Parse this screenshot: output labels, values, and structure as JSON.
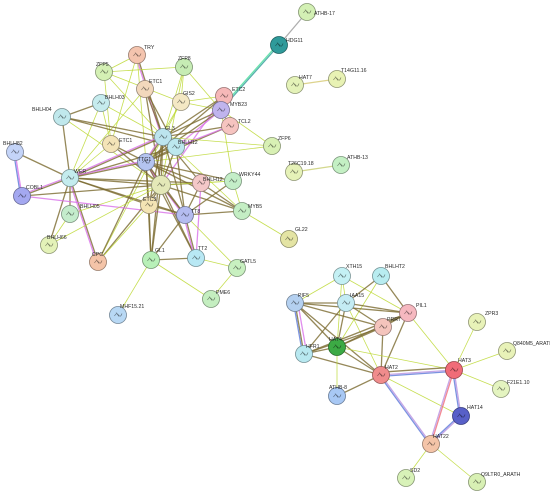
{
  "network": {
    "nodes": [
      {
        "id": "ATHB-17",
        "label": "ATHB-17",
        "color": "#d3f0b4"
      },
      {
        "id": "HDG11",
        "label": "HDG11",
        "color": "#2f9a9a"
      },
      {
        "id": "HAT7",
        "label": "HAT7",
        "color": "#e4f2b8"
      },
      {
        "id": "T14G11.16",
        "label": "T14G11.16",
        "color": "#e8f2b4"
      },
      {
        "id": "T26C19.18",
        "label": "T26C19.18",
        "color": "#e6f2b8"
      },
      {
        "id": "ATHB-13",
        "label": "ATHB-13",
        "color": "#c4f0c4"
      },
      {
        "id": "TRY",
        "label": "TRY",
        "color": "#f4c4ae"
      },
      {
        "id": "ZFP5",
        "label": "ZFP5",
        "color": "#d4f0b4"
      },
      {
        "id": "ZFP8",
        "label": "ZFP8",
        "color": "#c6ecb4"
      },
      {
        "id": "ETC1",
        "label": "ETC1",
        "color": "#f2d8bc"
      },
      {
        "id": "BHLH03",
        "label": "BHLH03",
        "color": "#c6ecee"
      },
      {
        "id": "GIS2",
        "label": "GIS2",
        "color": "#f4e8c4"
      },
      {
        "id": "ETC2",
        "label": "ETC2",
        "color": "#f6b8b8"
      },
      {
        "id": "MYB23",
        "label": "MYB23",
        "color": "#c0b4ee"
      },
      {
        "id": "BHLH04",
        "label": "BHLH04",
        "color": "#c0e8ec"
      },
      {
        "id": "TCL2",
        "label": "TCL2",
        "color": "#f6c4c0"
      },
      {
        "id": "ZFP6",
        "label": "ZFP6",
        "color": "#d8f0b4"
      },
      {
        "id": "GL3",
        "label": "GL3",
        "color": "#bce4ee"
      },
      {
        "id": "BHLH12",
        "label": "BHLH12",
        "color": "#bce8ee"
      },
      {
        "id": "ETC1b",
        "label": "ETC1",
        "color": "#f4e4b8"
      },
      {
        "id": "TTG1",
        "label": "TTG1",
        "color": "#b4c4f0"
      },
      {
        "id": "BHLH82",
        "label": "BHLH82",
        "color": "#c4d4f8"
      },
      {
        "id": "WER",
        "label": "WER",
        "color": "#c4ecee"
      },
      {
        "id": "COBL1",
        "label": "COBL1",
        "color": "#a4a8f0"
      },
      {
        "id": "BHLH05",
        "label": "BHLH05",
        "color": "#c4eccc"
      },
      {
        "id": "CENTER",
        "label": "",
        "color": "#e4e8b8"
      },
      {
        "id": "BHLH12b",
        "label": "BHLH12",
        "color": "#f4c8c8"
      },
      {
        "id": "WRKY44",
        "label": "WRKY44",
        "color": "#c4eec8"
      },
      {
        "id": "ETC3",
        "label": "ETC3",
        "color": "#f4e4b4"
      },
      {
        "id": "TT8",
        "label": "TT8",
        "color": "#b4bcf0"
      },
      {
        "id": "MYB5",
        "label": "MYB5",
        "color": "#c4eec4"
      },
      {
        "id": "GL22",
        "label": "GL22",
        "color": "#e4e4a4"
      },
      {
        "id": "BHLH66",
        "label": "BHLH66",
        "color": "#e4f2b8"
      },
      {
        "id": "CPC",
        "label": "CPC",
        "color": "#f4c4a8"
      },
      {
        "id": "GL1",
        "label": "GL1",
        "color": "#b8f0b8"
      },
      {
        "id": "TT2",
        "label": "TT2",
        "color": "#b8e8f4"
      },
      {
        "id": "GATL5",
        "label": "GATL5",
        "color": "#c8f0c0"
      },
      {
        "id": "PME6",
        "label": "PME6",
        "color": "#c4eec0"
      },
      {
        "id": "MHF15.21",
        "label": "MHF15.21",
        "color": "#b8d8f4"
      },
      {
        "id": "XTH15",
        "label": "XTH15",
        "color": "#c4f0f4"
      },
      {
        "id": "BHLHT2",
        "label": "BHLHT2",
        "color": "#b8ecf0"
      },
      {
        "id": "PIF5",
        "label": "PIF5",
        "color": "#b4d0f0"
      },
      {
        "id": "IAA15",
        "label": "IAA15",
        "color": "#c4ecf4"
      },
      {
        "id": "PIL1",
        "label": "PIL1",
        "color": "#f6b8c0"
      },
      {
        "id": "ZPR3",
        "label": "ZPR3",
        "color": "#e8f2b8"
      },
      {
        "id": "PRR7",
        "label": "PRR7",
        "color": "#f4c4bc"
      },
      {
        "id": "HFR1",
        "label": "HFR1",
        "color": "#b8e8f0"
      },
      {
        "id": "HAT4",
        "label": "HAT4",
        "color": "#3caa44"
      },
      {
        "id": "HAT2",
        "label": "HAT2",
        "color": "#f08c8c"
      },
      {
        "id": "HAT3",
        "label": "HAT3",
        "color": "#f06c78"
      },
      {
        "id": "Q840M5_ARATH",
        "label": "Q840M5_ARATH",
        "color": "#e8f2b8"
      },
      {
        "id": "F21E1.10",
        "label": "F21E1.10",
        "color": "#e4f4c0"
      },
      {
        "id": "ATHB-8",
        "label": "ATHB-8",
        "color": "#a8c8f4"
      },
      {
        "id": "HAT14",
        "label": "HAT14",
        "color": "#5860c8"
      },
      {
        "id": "HAT22",
        "label": "HAT22",
        "color": "#f4c4a8"
      },
      {
        "id": "SD2",
        "label": "SD2",
        "color": "#d8f2b8"
      },
      {
        "id": "Q9LTR0_ARATH",
        "label": "Q9LTR0_ARATH",
        "color": "#d8f0b4"
      }
    ],
    "edges": [
      [
        "ATHB-17",
        "HDG11",
        "#9a9a9a"
      ],
      [
        "HDG11",
        "MYB23",
        "#2f9a9a"
      ],
      [
        "HDG11",
        "MYB23",
        "#44dd99"
      ],
      [
        "T14G11.16",
        "HAT7",
        "#d4c870"
      ],
      [
        "T26C19.18",
        "ATHB-13",
        "#c8ce70"
      ],
      [
        "TRY",
        "GL3",
        "#7a6a30"
      ],
      [
        "TRY",
        "GL3",
        "#d870e8"
      ],
      [
        "TRY",
        "ETC1b",
        "#bcd832"
      ],
      [
        "TRY",
        "TTG1",
        "#bcd832"
      ],
      [
        "TRY",
        "ZFP5",
        "#bcd832"
      ],
      [
        "ZFP5",
        "ZFP8",
        "#bcd832"
      ],
      [
        "ZFP5",
        "GL3",
        "#bcd832"
      ],
      [
        "ZFP5",
        "GIS2",
        "#bcd832"
      ],
      [
        "ZFP5",
        "ETC1b",
        "#bcd832"
      ],
      [
        "ZFP8",
        "GIS2",
        "#bcd832"
      ],
      [
        "ZFP8",
        "GL3",
        "#bcd832"
      ],
      [
        "ZFP8",
        "MYB23",
        "#bcd832"
      ],
      [
        "ZFP8",
        "CENTER",
        "#bcd832"
      ],
      [
        "ETC1",
        "GL3",
        "#7a6a30"
      ],
      [
        "ETC1",
        "BHLH12",
        "#7a6a30"
      ],
      [
        "ETC1",
        "WER",
        "#bcd832"
      ],
      [
        "ETC1",
        "CENTER",
        "#7a6a30"
      ],
      [
        "BHLH03",
        "BHLH04",
        "#7a6a30"
      ],
      [
        "BHLH03",
        "GL3",
        "#bcd832"
      ],
      [
        "BHLH03",
        "WER",
        "#bcd832"
      ],
      [
        "BHLH03",
        "ETC1b",
        "#bcd832"
      ],
      [
        "GIS2",
        "GL3",
        "#bcd832"
      ],
      [
        "GIS2",
        "TTG1",
        "#bcd832"
      ],
      [
        "GIS2",
        "MYB23",
        "#bcd832"
      ],
      [
        "GIS2",
        "ETC2",
        "#bcd832"
      ],
      [
        "ETC2",
        "MYB23",
        "#7a6a30"
      ],
      [
        "ETC2",
        "GL3",
        "#7a6a30"
      ],
      [
        "ETC2",
        "TTG1",
        "#7a6a30"
      ],
      [
        "ETC2",
        "CENTER",
        "#d870e8"
      ],
      [
        "MYB23",
        "GL3",
        "#7a6a30"
      ],
      [
        "MYB23",
        "BHLH12",
        "#d870e8"
      ],
      [
        "MYB23",
        "TTG1",
        "#7a6a30"
      ],
      [
        "MYB23",
        "TCL2",
        "#bcd832"
      ],
      [
        "MYB23",
        "ZFP6",
        "#bcd832"
      ],
      [
        "MYB23",
        "WRKY44",
        "#bcd832"
      ],
      [
        "BHLH04",
        "GL3",
        "#7a6a30"
      ],
      [
        "BHLH04",
        "BHLH12",
        "#7a6a30"
      ],
      [
        "BHLH04",
        "WER",
        "#7a6a30"
      ],
      [
        "BHLH04",
        "CENTER",
        "#bcd832"
      ],
      [
        "TCL2",
        "GL3",
        "#7a6a30"
      ],
      [
        "TCL2",
        "TTG1",
        "#7a6a30"
      ],
      [
        "TCL2",
        "BHLH12",
        "#d870e8"
      ],
      [
        "ZFP6",
        "GL3",
        "#bcd832"
      ],
      [
        "ZFP6",
        "TTG1",
        "#bcd832"
      ],
      [
        "GL3",
        "BHLH12",
        "#7a6a30"
      ],
      [
        "GL3",
        "TTG1",
        "#7a6a30"
      ],
      [
        "GL3",
        "TTG1",
        "#d870e8"
      ],
      [
        "GL3",
        "WER",
        "#7a6a30"
      ],
      [
        "GL3",
        "WER",
        "#d870e8"
      ],
      [
        "GL3",
        "CENTER",
        "#7a6a30"
      ],
      [
        "GL3",
        "BHLH12b",
        "#7a6a30"
      ],
      [
        "GL3",
        "GL1",
        "#7a6a30"
      ],
      [
        "GL3",
        "TT8",
        "#7a6a30"
      ],
      [
        "GL3",
        "CPC",
        "#bcd832"
      ],
      [
        "GL3",
        "ETC3",
        "#7a6a30"
      ],
      [
        "GL3",
        "MYB5",
        "#bcd832"
      ],
      [
        "BHLH12",
        "TTG1",
        "#7a6a30"
      ],
      [
        "BHLH12",
        "WER",
        "#7a6a30"
      ],
      [
        "BHLH12",
        "TT8",
        "#7a6a30"
      ],
      [
        "BHLH12",
        "CENTER",
        "#7a6a30"
      ],
      [
        "ETC1b",
        "TTG1",
        "#7a6a30"
      ],
      [
        "ETC1b",
        "WER",
        "#bcd832"
      ],
      [
        "ETC1b",
        "CENTER",
        "#7a6a30"
      ],
      [
        "TTG1",
        "WER",
        "#7a6a30"
      ],
      [
        "TTG1",
        "WER",
        "#d870e8"
      ],
      [
        "TTG1",
        "CENTER",
        "#7a6a30"
      ],
      [
        "TTG1",
        "BHLH12b",
        "#7a6a30"
      ],
      [
        "TTG1",
        "TT8",
        "#7a6a30"
      ],
      [
        "TTG1",
        "TT8",
        "#d870e8"
      ],
      [
        "TTG1",
        "GL1",
        "#7a6a30"
      ],
      [
        "TTG1",
        "TT2",
        "#7a6a30"
      ],
      [
        "TTG1",
        "WRKY44",
        "#7a6a30"
      ],
      [
        "TTG1",
        "MYB5",
        "#7a6a30"
      ],
      [
        "TTG1",
        "ETC3",
        "#7a6a30"
      ],
      [
        "TTG1",
        "CPC",
        "#7a6a30"
      ],
      [
        "BHLH82",
        "WER",
        "#7a6a30"
      ],
      [
        "BHLH82",
        "COBL1",
        "#d870e8"
      ],
      [
        "BHLH82",
        "COBL1",
        "#5a78d8"
      ],
      [
        "WER",
        "COBL1",
        "#7a6a30"
      ],
      [
        "WER",
        "COBL1",
        "#d870e8"
      ],
      [
        "WER",
        "BHLH05",
        "#7a6a30"
      ],
      [
        "WER",
        "BHLH66",
        "#7a6a30"
      ],
      [
        "WER",
        "CENTER",
        "#7a6a30"
      ],
      [
        "WER",
        "ETC3",
        "#7a6a30"
      ],
      [
        "WER",
        "CPC",
        "#7a6a30"
      ],
      [
        "WER",
        "CPC",
        "#d870e8"
      ],
      [
        "WER",
        "TT8",
        "#7a6a30"
      ],
      [
        "WER",
        "BHLH12b",
        "#7a6a30"
      ],
      [
        "COBL1",
        "CENTER",
        "#7a6a30"
      ],
      [
        "COBL1",
        "TT8",
        "#d870e8"
      ],
      [
        "BHLH05",
        "CENTER",
        "#bcd832"
      ],
      [
        "CENTER",
        "BHLH12b",
        "#7a6a30"
      ],
      [
        "CENTER",
        "ETC3",
        "#7a6a30"
      ],
      [
        "CENTER",
        "TT8",
        "#7a6a30"
      ],
      [
        "CENTER",
        "GL1",
        "#7a6a30"
      ],
      [
        "CENTER",
        "TT2",
        "#7a6a30"
      ],
      [
        "CENTER",
        "WRKY44",
        "#bcd832"
      ],
      [
        "CENTER",
        "MYB5",
        "#7a6a30"
      ],
      [
        "CENTER",
        "CPC",
        "#7a6a30"
      ],
      [
        "CENTER",
        "BHLH66",
        "#bcd832"
      ],
      [
        "BHLH12b",
        "TT8",
        "#7a6a30"
      ],
      [
        "BHLH12b",
        "WRKY44",
        "#bcd832"
      ],
      [
        "BHLH12b",
        "MYB5",
        "#7a6a30"
      ],
      [
        "BHLH12b",
        "TT2",
        "#d870e8"
      ],
      [
        "ETC3",
        "TT8",
        "#7a6a30"
      ],
      [
        "ETC3",
        "GL1",
        "#7a6a30"
      ],
      [
        "ETC3",
        "CPC",
        "#bcd832"
      ],
      [
        "TT8",
        "TT2",
        "#7a6a30"
      ],
      [
        "TT8",
        "TT2",
        "#d870e8"
      ],
      [
        "TT8",
        "MYB5",
        "#7a6a30"
      ],
      [
        "TT8",
        "GL1",
        "#7a6a30"
      ],
      [
        "TT8",
        "GATL5",
        "#bcd832"
      ],
      [
        "TT8",
        "WRKY44",
        "#7a6a30"
      ],
      [
        "MYB5",
        "GL22",
        "#bcd832"
      ],
      [
        "MYB5",
        "WRKY44",
        "#bcd832"
      ],
      [
        "GL1",
        "PME6",
        "#bcd832"
      ],
      [
        "GL1",
        "TT2",
        "#7a6a30"
      ],
      [
        "GL1",
        "MHF15.21",
        "#bcd832"
      ],
      [
        "TT2",
        "GATL5",
        "#bcd832"
      ],
      [
        "GATL5",
        "PME6",
        "#bcd832"
      ],
      [
        "BHLH66",
        "BHLH05",
        "#bcd832"
      ],
      [
        "XTH15",
        "IAA15",
        "#bcd832"
      ],
      [
        "XTH15",
        "PIF5",
        "#bcd832"
      ],
      [
        "XTH15",
        "HAT4",
        "#bcd832"
      ],
      [
        "XTH15",
        "PIL1",
        "#bcd832"
      ],
      [
        "BHLHT2",
        "IAA15",
        "#7a6a30"
      ],
      [
        "BHLHT2",
        "PIL1",
        "#7a6a30"
      ],
      [
        "BHLHT2",
        "HAT4",
        "#bcd832"
      ],
      [
        "PIF5",
        "IAA15",
        "#7a6a30"
      ],
      [
        "PIF5",
        "HFR1",
        "#7a6a30"
      ],
      [
        "PIF5",
        "HFR1",
        "#5a78d8"
      ],
      [
        "PIF5",
        "HAT4",
        "#7a6a30"
      ],
      [
        "PIF5",
        "HAT2",
        "#7a6a30"
      ],
      [
        "PIF5",
        "PIL1",
        "#7a6a30"
      ],
      [
        "PIF5",
        "PRR7",
        "#7a6a30"
      ],
      [
        "PIF5",
        "HFR1",
        "#d870e8"
      ],
      [
        "IAA15",
        "HAT4",
        "#7a6a30"
      ],
      [
        "IAA15",
        "PIL1",
        "#7a6a30"
      ],
      [
        "IAA15",
        "PRR7",
        "#7a6a30"
      ],
      [
        "IAA15",
        "HFR1",
        "#7a6a30"
      ],
      [
        "IAA15",
        "HAT2",
        "#bcd832"
      ],
      [
        "PIL1",
        "HAT4",
        "#7a6a30"
      ],
      [
        "PIL1",
        "PRR7",
        "#7a6a30"
      ],
      [
        "PIL1",
        "HFR1",
        "#7a6a30"
      ],
      [
        "PIL1",
        "HAT2",
        "#7a6a30"
      ],
      [
        "PIL1",
        "HAT3",
        "#bcd832"
      ],
      [
        "PRR7",
        "HAT4",
        "#7a6a30"
      ],
      [
        "PRR7",
        "HFR1",
        "#7a6a30"
      ],
      [
        "PRR7",
        "HAT2",
        "#7a6a30"
      ],
      [
        "HFR1",
        "HAT4",
        "#7a6a30"
      ],
      [
        "HFR1",
        "HAT2",
        "#7a6a30"
      ],
      [
        "HAT4",
        "HAT2",
        "#7a6a30"
      ],
      [
        "HAT4",
        "HAT3",
        "#bcd832"
      ],
      [
        "HAT4",
        "ATHB-8",
        "#bcd832"
      ],
      [
        "HAT2",
        "HAT3",
        "#b890e0"
      ],
      [
        "HAT2",
        "HAT3",
        "#5a78d8"
      ],
      [
        "HAT2",
        "HAT3",
        "#7a6a30"
      ],
      [
        "HAT2",
        "HAT22",
        "#b890e0"
      ],
      [
        "HAT2",
        "HAT22",
        "#5a78d8"
      ],
      [
        "HAT2",
        "HAT14",
        "#bcd832"
      ],
      [
        "HAT2",
        "ATHB-8",
        "#7a6a30"
      ],
      [
        "HAT3",
        "ZPR3",
        "#bcd832"
      ],
      [
        "HAT3",
        "Q840M5_ARATH",
        "#bcd832"
      ],
      [
        "HAT3",
        "F21E1.10",
        "#bcd832"
      ],
      [
        "HAT3",
        "HAT14",
        "#b890e0"
      ],
      [
        "HAT3",
        "HAT14",
        "#5a78d8"
      ],
      [
        "HAT3",
        "HAT22",
        "#f06c78"
      ],
      [
        "HAT3",
        "HAT22",
        "#b890e0"
      ],
      [
        "HAT14",
        "HAT22",
        "#b890e0"
      ],
      [
        "HAT14",
        "HAT22",
        "#5a78d8"
      ],
      [
        "HAT22",
        "SD2",
        "#bcd832"
      ],
      [
        "HAT22",
        "Q9LTR0_ARATH",
        "#bcd832"
      ]
    ]
  }
}
